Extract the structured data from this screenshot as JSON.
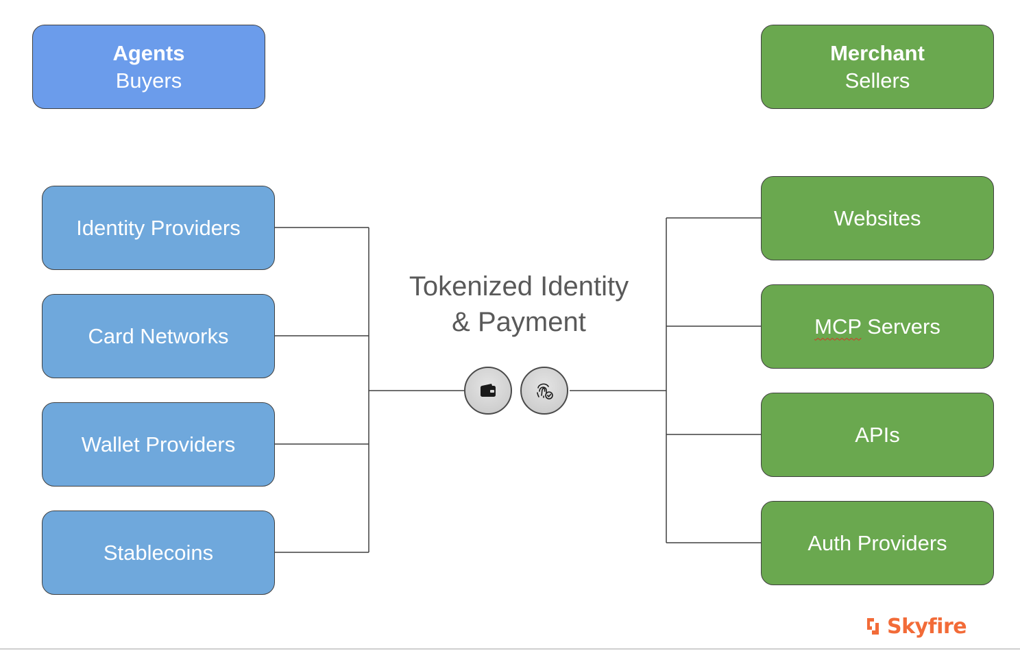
{
  "agents_header": {
    "title": "Agents",
    "subtitle": "Buyers"
  },
  "merchant_header": {
    "title": "Merchant",
    "subtitle": "Sellers"
  },
  "left_items": [
    {
      "label": "Identity Providers"
    },
    {
      "label": "Card Networks"
    },
    {
      "label": "Wallet Providers"
    },
    {
      "label": "Stablecoins"
    }
  ],
  "right_items": [
    {
      "label": "Websites"
    },
    {
      "label": "MCP",
      "suffix": " Servers"
    },
    {
      "label": "APIs"
    },
    {
      "label": "Auth Providers"
    }
  ],
  "center": {
    "line1": "Tokenized Identity",
    "line2": "& Payment"
  },
  "icons": {
    "left": "wallet-icon",
    "right": "fingerprint-check-icon"
  },
  "logo": {
    "text": "Skyfire",
    "color": "#f26b38"
  },
  "colors": {
    "agents": "#6b9ceb",
    "left_boxes": "#6fa8dc",
    "green": "#6aa84f",
    "connector": "#3f3f3f",
    "center_text": "#595959"
  }
}
